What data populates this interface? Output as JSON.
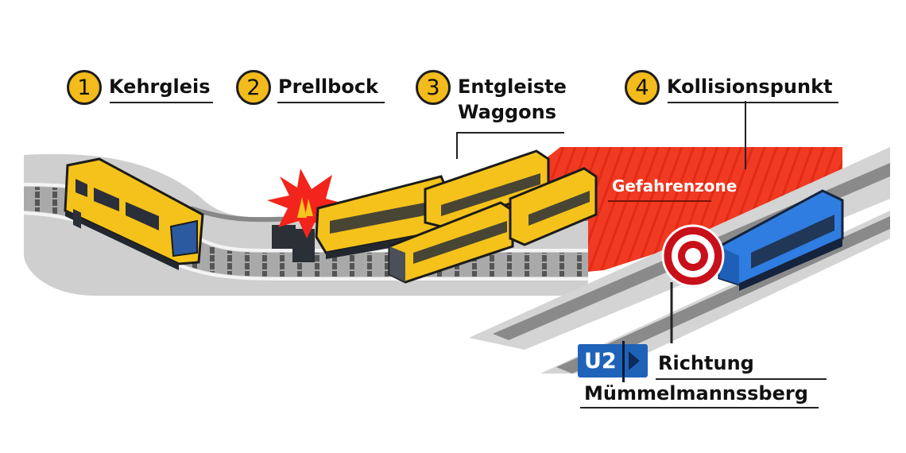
{
  "labels": [
    {
      "number": "1",
      "text": "Kehrgleis"
    },
    {
      "number": "2",
      "text": "Prellbock"
    },
    {
      "number": "3",
      "text_line1": "Entgleiste",
      "text_line2": "Waggons"
    },
    {
      "number": "4",
      "text": "Kollisionspunkt"
    }
  ],
  "zone": {
    "label": "Gefahrenzone",
    "color": "#f03a22"
  },
  "line_sign": {
    "line": "U2",
    "color": "#1f63b8"
  },
  "destination": {
    "line1": "Richtung",
    "line2": "Mümmelmannssberg"
  },
  "colors": {
    "badge": "#f3bb1b",
    "train_yellow": "#f4c21a",
    "train_blue": "#2f7de0",
    "explosion": "#f2241b",
    "target_red": "#c8101a"
  }
}
